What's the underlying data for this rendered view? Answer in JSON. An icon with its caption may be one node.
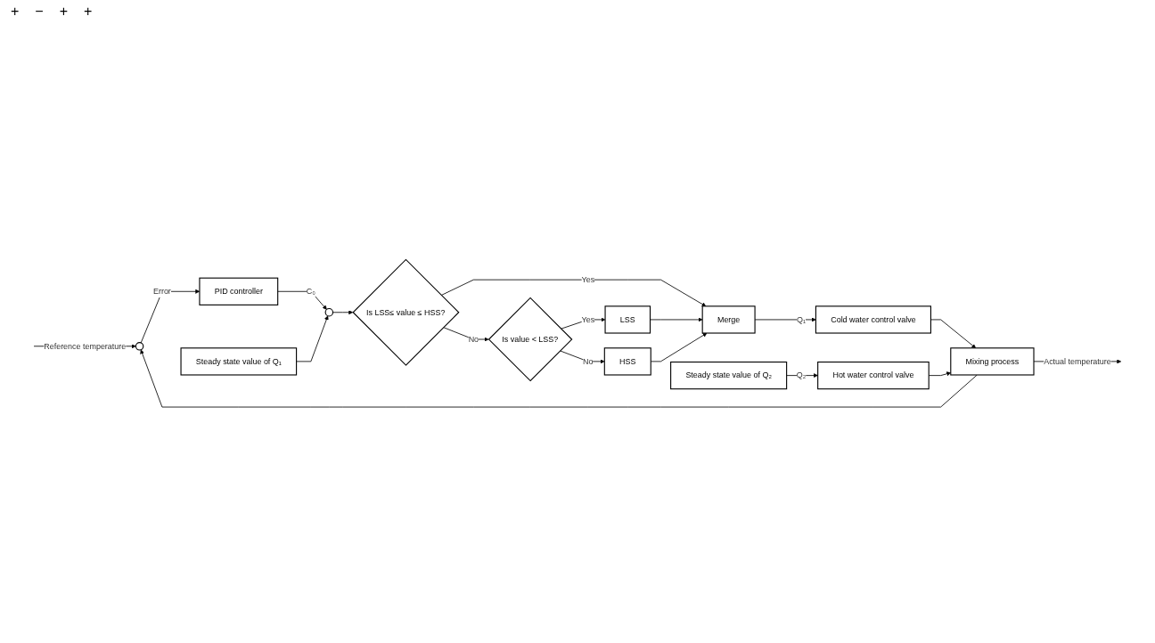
{
  "diagram": {
    "nodes": [
      {
        "text": [],
        "shape": "circle"
      },
      {
        "text": [
          "PID controller"
        ]
      },
      {
        "text": [
          "Steady state value of Q₁"
        ]
      },
      {
        "text": [],
        "shape": "circle"
      },
      {
        "text": [
          "Is LSS≤ value ≤ HSS?"
        ]
      },
      {
        "text": [
          "Is value < LSS?"
        ]
      },
      {
        "text": [
          "LSS"
        ]
      },
      {
        "text": [
          "HSS"
        ]
      },
      {
        "text": [
          "Merge"
        ]
      },
      {
        "text": [
          "Cold water control valve"
        ]
      },
      {
        "text": [
          "Hot water control valve"
        ]
      },
      {
        "text": [
          "Steady state value of Q₂"
        ]
      },
      {
        "text": [
          "Mixing process"
        ]
      }
    ],
    "edges": [
      {
        "from": null,
        "to": 0,
        "arrow": "to",
        "label": "Reference temperature"
      },
      {
        "from": 0,
        "to": 1,
        "arrow": "to",
        "label": "Error"
      },
      {
        "from": 1,
        "to": 3,
        "arrow": "to",
        "label": "C₀"
      },
      {
        "from": 2,
        "to": 3,
        "arrow": "to"
      },
      {
        "from": 3,
        "to": 4,
        "arrow": "to"
      },
      {
        "from": 4,
        "to": 8,
        "arrow": "to",
        "label": "Yes"
      },
      {
        "from": 4,
        "to": 5,
        "arrow": "to",
        "label": "No"
      },
      {
        "from": 5,
        "to": 6,
        "arrow": "to",
        "label": "Yes"
      },
      {
        "from": 5,
        "to": 7,
        "arrow": "to",
        "label": "No"
      },
      {
        "from": 6,
        "to": 8,
        "arrow": "to"
      },
      {
        "from": 7,
        "to": 8,
        "arrow": "to"
      },
      {
        "from": 8,
        "to": 9,
        "arrow": "to",
        "label": "Q₁"
      },
      {
        "from": 9,
        "to": 12,
        "arrow": "to"
      },
      {
        "from": 10,
        "to": 12,
        "arrow": "to"
      },
      {
        "from": 11,
        "to": 10,
        "arrow": "to",
        "label": "Q₂"
      },
      {
        "from": 12,
        "to": null,
        "arrow": "to",
        "label": "Actual temperature"
      },
      {
        "from": 12,
        "to": 0,
        "arrow": "to"
      }
    ],
    "labels": [
      "+",
      "−",
      "+",
      "+"
    ]
  }
}
